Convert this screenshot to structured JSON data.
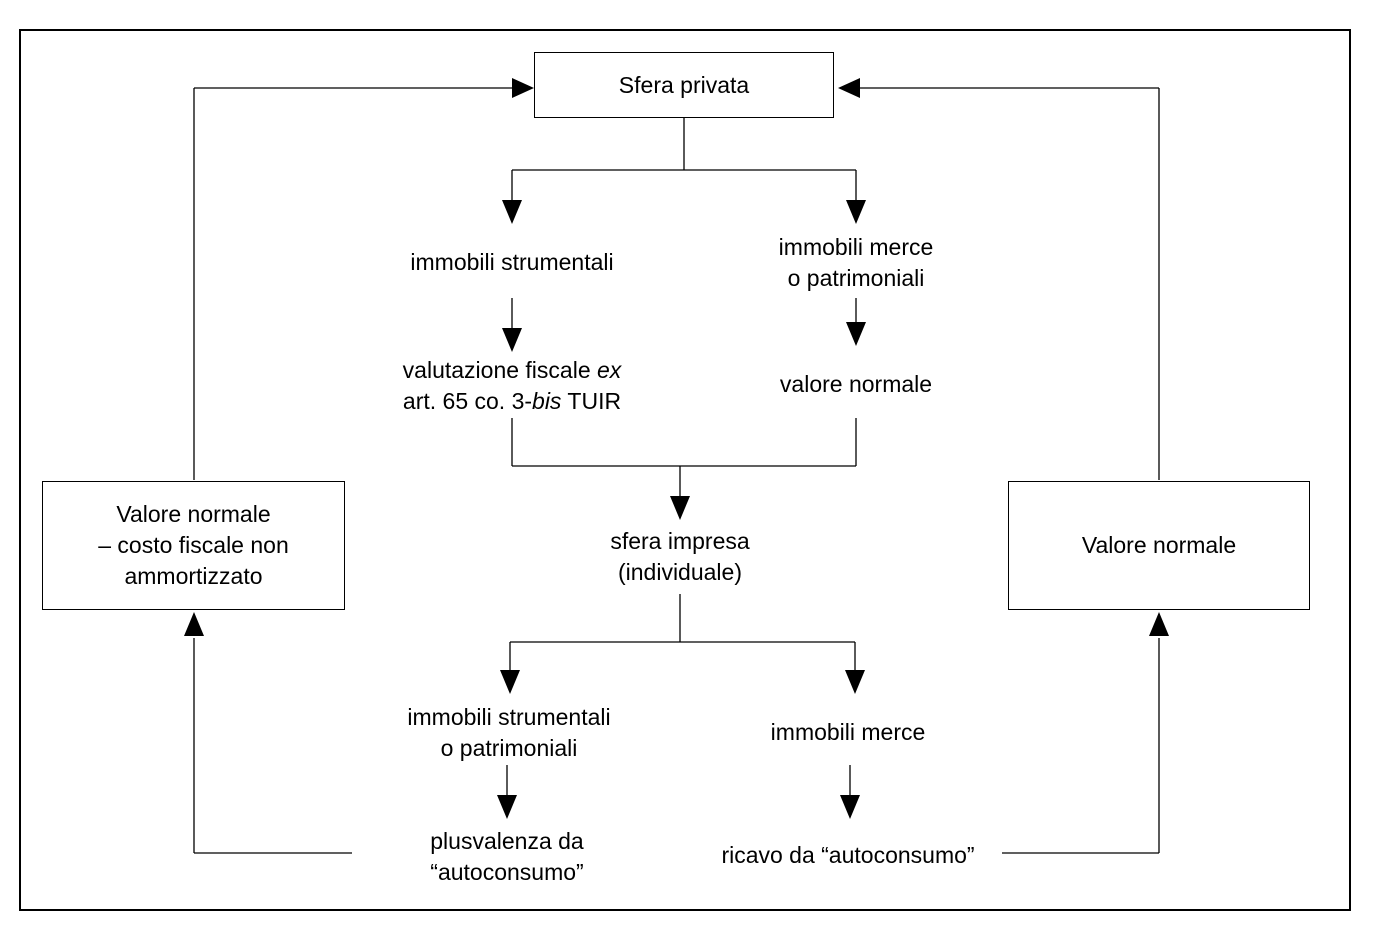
{
  "nodes": {
    "sfera_privata": "Sfera privata",
    "immobili_strumentali": "immobili strumentali",
    "immobili_merce_patrimoniali": [
      "immobili merce",
      "o patrimoniali"
    ],
    "valutazione_fiscale": {
      "line1_pre": "valutazione fiscale ",
      "line1_italic": "ex",
      "line2_pre": "art. 65 co. 3-",
      "line2_italic": "bis",
      "line2_post": " TUIR"
    },
    "valore_normale_center": "valore normale",
    "sfera_impresa": [
      "sfera impresa",
      "(individuale)"
    ],
    "immobili_strumentali_patrimoniali": [
      "immobili strumentali",
      "o patrimoniali"
    ],
    "immobili_merce": "immobili merce",
    "plusvalenza": [
      "plusvalenza da",
      "“autoconsumo”"
    ],
    "ricavo": "ricavo da “autoconsumo”",
    "left_box": [
      "Valore normale",
      "– costo fiscale non",
      "ammortizzato"
    ],
    "right_box": "Valore normale"
  }
}
